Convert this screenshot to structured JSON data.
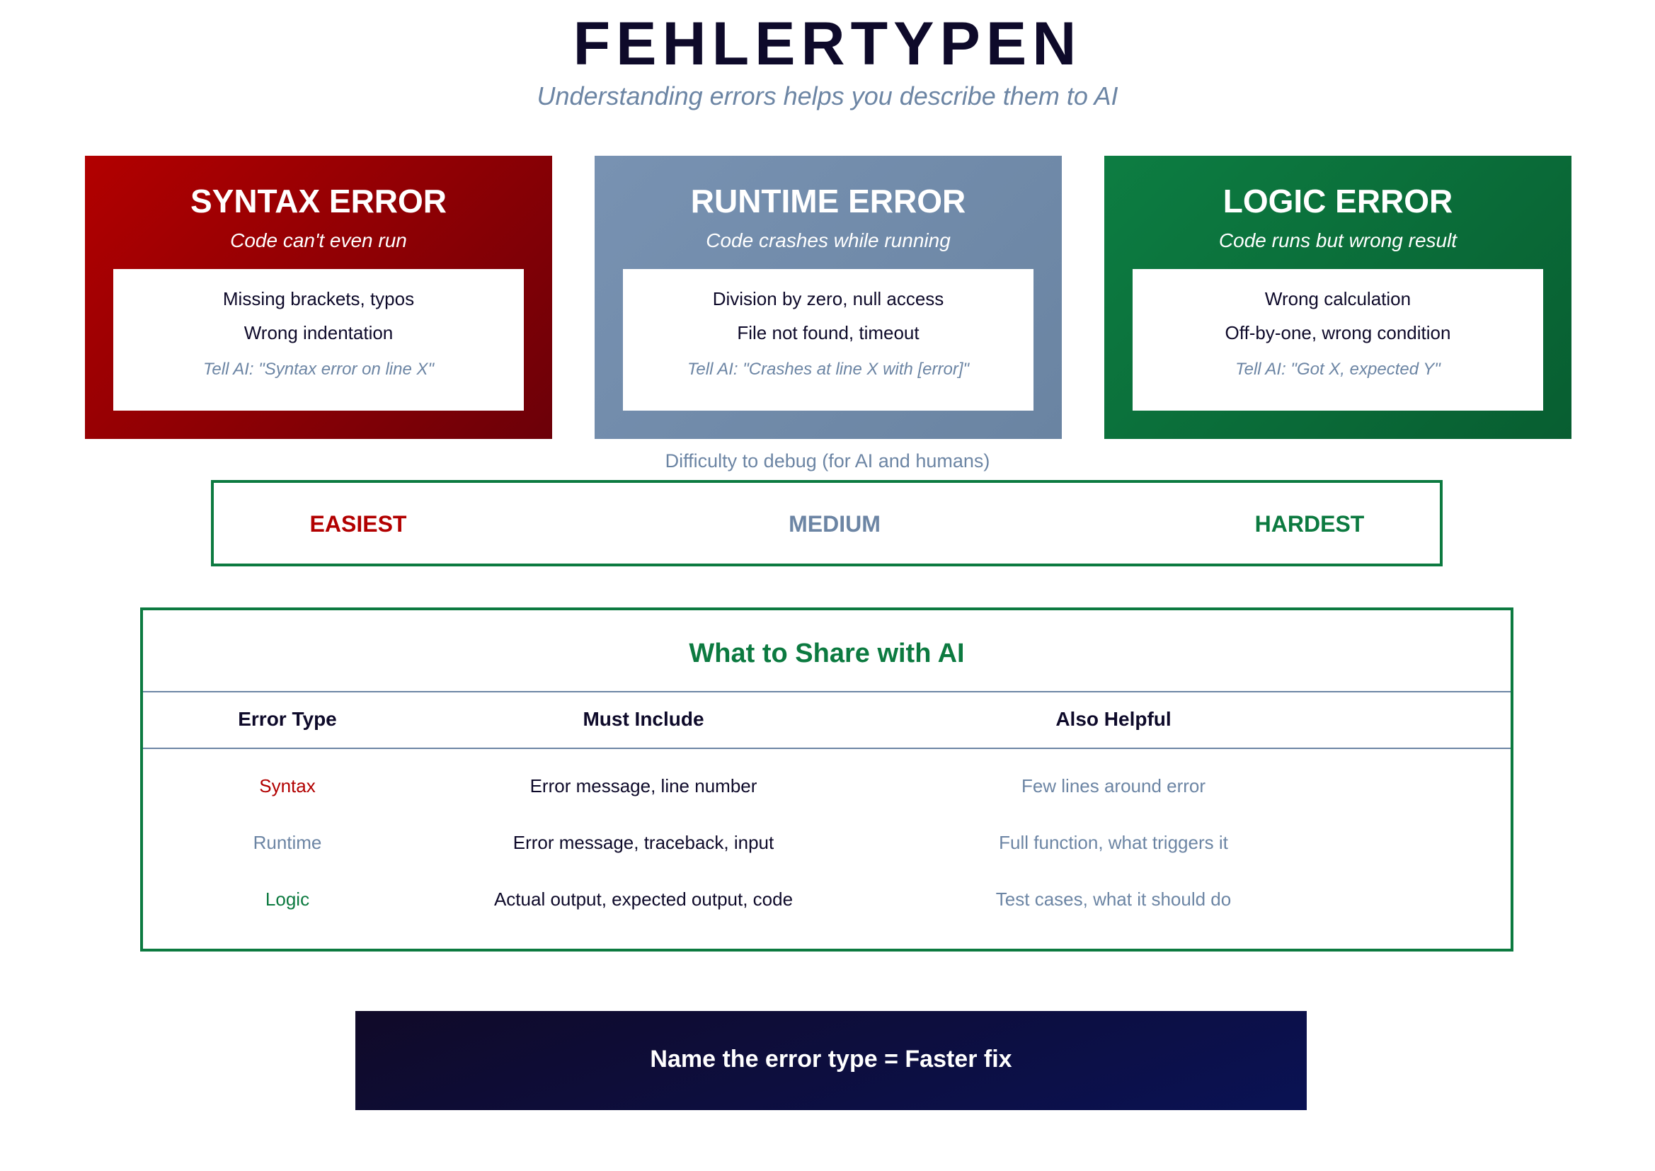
{
  "header": {
    "title": "FEHLERTYPEN",
    "subtitle": "Understanding errors helps you describe them to AI"
  },
  "cards": [
    {
      "title": "SYNTAX ERROR",
      "subtitle": "Code can't even run",
      "examples": [
        "Missing brackets, typos",
        "Wrong indentation"
      ],
      "hint": "Tell AI: \"Syntax error on line X\"",
      "color_start": "#b20000",
      "color_end": "#6c0008"
    },
    {
      "title": "RUNTIME ERROR",
      "subtitle": "Code crashes while running",
      "examples": [
        "Division by zero, null access",
        "File not found, timeout"
      ],
      "hint": "Tell AI: \"Crashes at line X with [error]\"",
      "color_start": "#7892b2",
      "color_end": "#6a84a2"
    },
    {
      "title": "LOGIC ERROR",
      "subtitle": "Code runs but wrong result",
      "examples": [
        "Wrong calculation",
        "Off-by-one, wrong condition"
      ],
      "hint": "Tell AI: \"Got X, expected Y\"",
      "color_start": "#0d7d42",
      "color_end": "#085e31"
    }
  ],
  "difficulty": {
    "label": "Difficulty to debug (for AI and humans)",
    "levels": [
      {
        "label": "EASIEST",
        "color": "#b20000"
      },
      {
        "label": "MEDIUM",
        "color": "#6c85a4"
      },
      {
        "label": "HARDEST",
        "color": "#0c7a40"
      }
    ]
  },
  "share_table": {
    "title": "What to Share with AI",
    "columns": [
      "Error Type",
      "Must Include",
      "Also Helpful"
    ],
    "rows": [
      {
        "type": "Syntax",
        "must": "Error message, line number",
        "helpful": "Few lines around error",
        "type_color": "#b20000"
      },
      {
        "type": "Runtime",
        "must": "Error message, traceback, input",
        "helpful": "Full function, what triggers it",
        "type_color": "#6c85a4"
      },
      {
        "type": "Logic",
        "must": "Actual output, expected output, code",
        "helpful": "Test cases, what it should do",
        "type_color": "#0c7a40"
      }
    ]
  },
  "banner": {
    "text": "Name the error type = Faster fix"
  },
  "colors": {
    "ink": "#0e0a2a",
    "muted": "#6c85a4",
    "red": "#b20000",
    "green": "#0c7a40",
    "navy": "#0a1254"
  }
}
